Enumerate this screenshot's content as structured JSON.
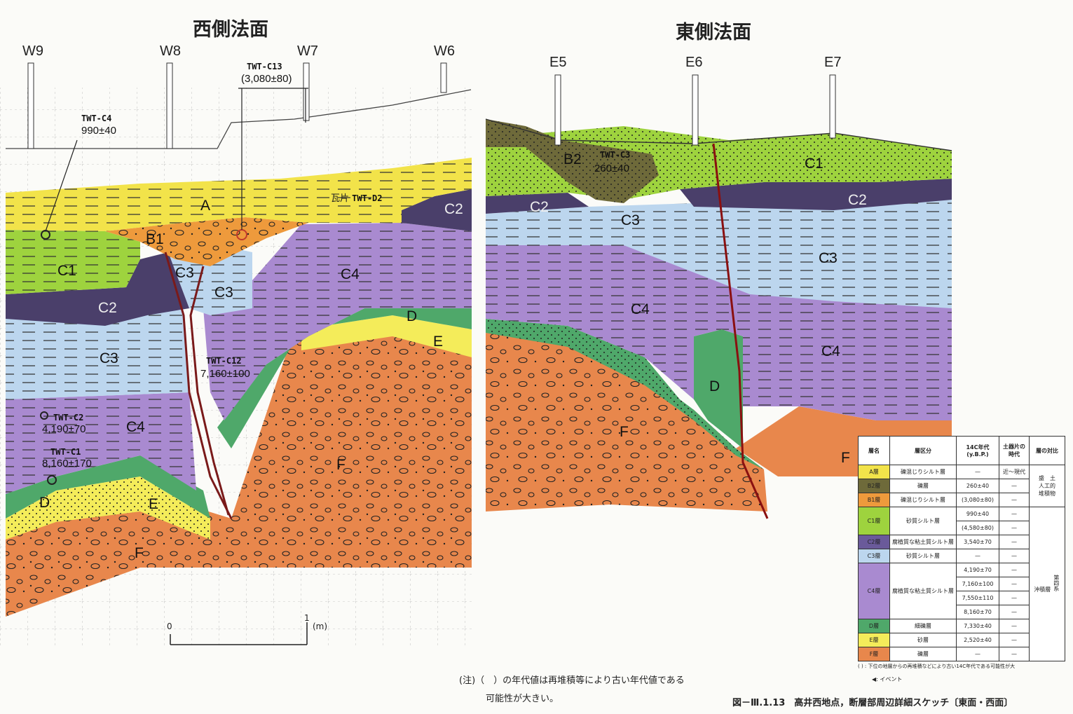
{
  "west": {
    "title": "西側法面",
    "stakes": [
      "W9",
      "W8",
      "W7",
      "W6"
    ],
    "layers": {
      "A": "A",
      "B1": "B1",
      "C1": "C1",
      "C2a": "C2",
      "C2b": "C2",
      "C3a": "C3",
      "C3b": "C3",
      "C3c": "C3",
      "C4a": "C4",
      "C4b": "C4",
      "D1": "D",
      "D2": "D",
      "E1": "E",
      "E2": "E",
      "F1": "F",
      "F2": "F"
    },
    "samples": {
      "c13": {
        "id": "TWT-C13",
        "date": "(3,080±80)"
      },
      "c4": {
        "id": "TWT-C4",
        "date": "990±40"
      },
      "d2": {
        "prefix": "瓦片",
        "id": "TWT-D2"
      },
      "c12": {
        "id": "TWT-C12",
        "date": "7,160±100"
      },
      "c2": {
        "id": "TWT-C2",
        "date": "4,190±70"
      },
      "c1": {
        "id": "TWT-C1",
        "date": "8,160±170"
      }
    },
    "scale": {
      "zero": "0",
      "one": "1",
      "unit": "(m)"
    }
  },
  "east": {
    "title": "東側法面",
    "stakes": [
      "E5",
      "E6",
      "E7"
    ],
    "layers": {
      "B2": "B2",
      "C1": "C1",
      "C2a": "C2",
      "C2b": "C2",
      "C3a": "C3",
      "C3b": "C3",
      "C4a": "C4",
      "C4b": "C4",
      "D": "D",
      "F1": "F",
      "F2": "F"
    },
    "samples": {
      "c3": {
        "id": "TWT-C3",
        "date": "260±40"
      }
    }
  },
  "legend": {
    "headers": [
      "層名",
      "層区分",
      "14C年代 (y.B.P.)",
      "土器片の時代",
      "層の対比"
    ],
    "rows": [
      {
        "name": "A層",
        "desc": "礫混じりシルト層",
        "dates": [
          "—"
        ],
        "era": [
          "近～現代"
        ],
        "color": "#f2e34a"
      },
      {
        "name": "B2層",
        "desc": "礫層",
        "dates": [
          "260±40"
        ],
        "era": [
          "—"
        ],
        "color": "#6e6a3a"
      },
      {
        "name": "B1層",
        "desc": "礫混じりシルト層",
        "dates": [
          "(3,080±80)"
        ],
        "era": [
          "—"
        ],
        "color": "#ee9a3c"
      },
      {
        "name": "C1層",
        "desc": "砂質シルト層",
        "dates": [
          "990±40",
          "(4,580±80)"
        ],
        "era": [
          "—",
          "—"
        ],
        "color": "#9ed33e"
      },
      {
        "name": "C2層",
        "desc": "腐植質な粘土質シルト層",
        "dates": [
          "3,540±70"
        ],
        "era": [
          "—"
        ],
        "color": "#6a5a9a"
      },
      {
        "name": "C3層",
        "desc": "砂質シルト層",
        "dates": [
          "—"
        ],
        "era": [
          "—"
        ],
        "color": "#bcd6ee"
      },
      {
        "name": "C4層",
        "desc": "腐植質な粘土質シルト層",
        "dates": [
          "4,190±70",
          "7,160±100",
          "7,550±110",
          "8,160±70"
        ],
        "era": [
          "—",
          "—",
          "—",
          "—"
        ],
        "color": "#a98ad0"
      },
      {
        "name": "D層",
        "desc": "細礫層",
        "dates": [
          "7,330±40"
        ],
        "era": [
          "—"
        ],
        "color": "#4fa86a"
      },
      {
        "name": "E層",
        "desc": "砂層",
        "dates": [
          "2,520±40"
        ],
        "era": [
          "—"
        ],
        "color": "#f4ec5a"
      },
      {
        "name": "F層",
        "desc": "礫層",
        "dates": [
          "—"
        ],
        "era": [
          "—"
        ],
        "color": "#e8874c"
      }
    ],
    "correlation": {
      "fill": "盛　土",
      "artificial": "人工的",
      "deposit": "堆積物",
      "alluvium": "沖積層",
      "quaternary": "第四系"
    },
    "footnote": "( ) : 下位の地層からの再堆積などにより古い14C年代である可能性が大",
    "event": "◀: イベント"
  },
  "note": {
    "line1": "(注)（　）の年代値は再堆積等により古い年代値である",
    "line2": "可能性が大きい。"
  },
  "caption": "図－Ⅲ.1.13　高井西地点，断層部周辺詳細スケッチ〔東面・西面〕"
}
